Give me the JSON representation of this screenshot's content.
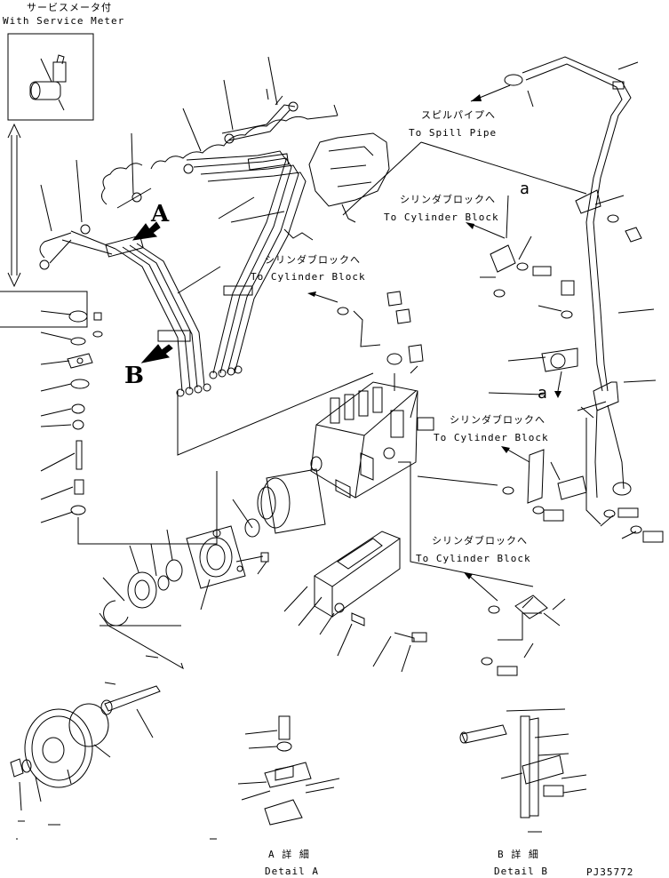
{
  "service_meter": {
    "jp": "サービスメータ付",
    "en": "With Service Meter"
  },
  "spill_pipe": {
    "jp": "スピルパイプへ",
    "en": "To Spill Pipe"
  },
  "cyl_block_1": {
    "jp": "シリンダブロックへ",
    "en": "To Cylinder Block"
  },
  "cyl_block_2": {
    "jp": "シリンダブロックへ",
    "en": "To Cylinder Block"
  },
  "cyl_block_3": {
    "jp": "シリンダブロックへ",
    "en": "To Cylinder Block"
  },
  "cyl_block_4": {
    "jp": "シリンダブロックへ",
    "en": "To Cylinder Block"
  },
  "marker_a": "a",
  "marker_a2": "a",
  "view_a": "A",
  "view_b": "B",
  "detail_a": {
    "jp": "A 詳 細",
    "en": "Detail A"
  },
  "detail_b": {
    "jp": "B 詳 細",
    "en": "Detail B"
  },
  "drawing_number": "PJ35772"
}
